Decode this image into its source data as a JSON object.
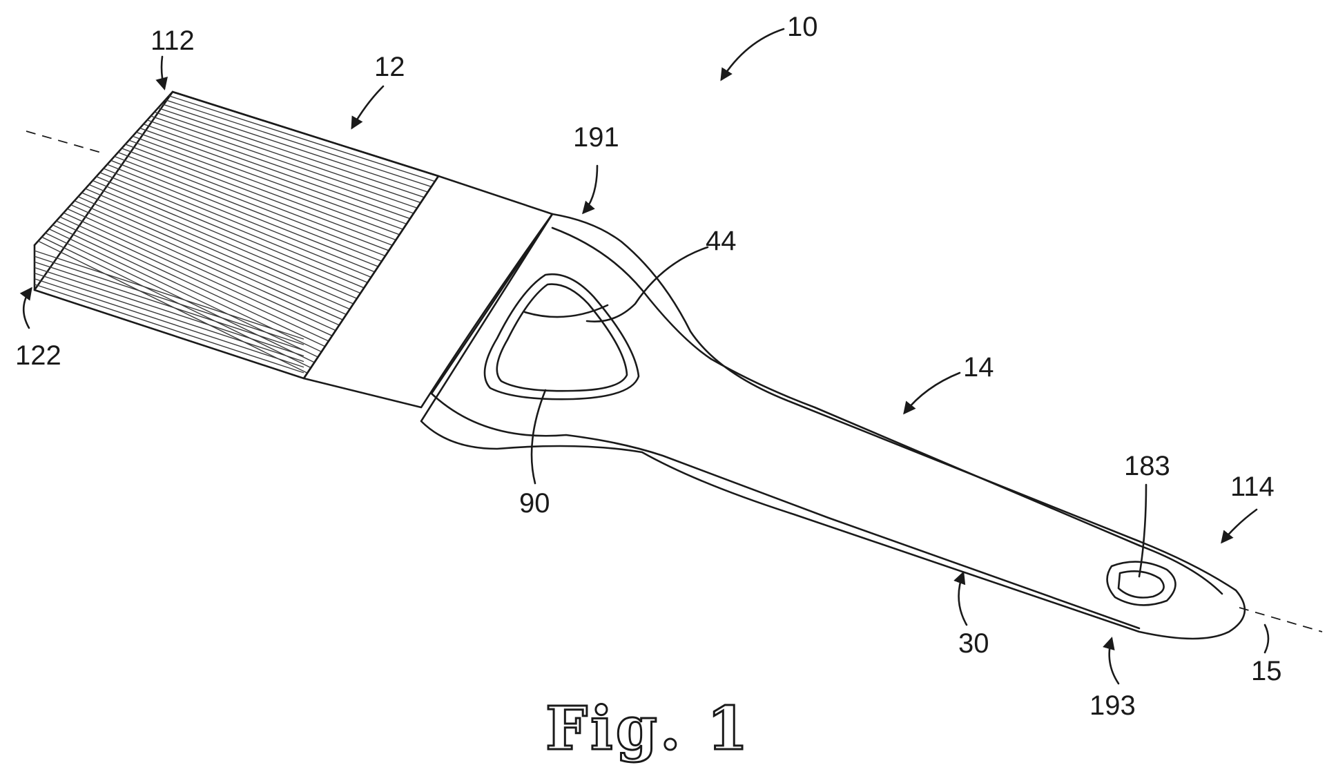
{
  "figure": {
    "caption": "Fig. 1",
    "labels": [
      {
        "key": "l10",
        "text": "10"
      },
      {
        "key": "l12",
        "text": "12"
      },
      {
        "key": "l112",
        "text": "112"
      },
      {
        "key": "l122",
        "text": "122"
      },
      {
        "key": "l191",
        "text": "191"
      },
      {
        "key": "l44",
        "text": "44"
      },
      {
        "key": "l90",
        "text": "90"
      },
      {
        "key": "l14",
        "text": "14"
      },
      {
        "key": "l183",
        "text": "183"
      },
      {
        "key": "l114",
        "text": "114"
      },
      {
        "key": "l30",
        "text": "30"
      },
      {
        "key": "l193",
        "text": "193"
      },
      {
        "key": "l15",
        "text": "15"
      }
    ]
  }
}
